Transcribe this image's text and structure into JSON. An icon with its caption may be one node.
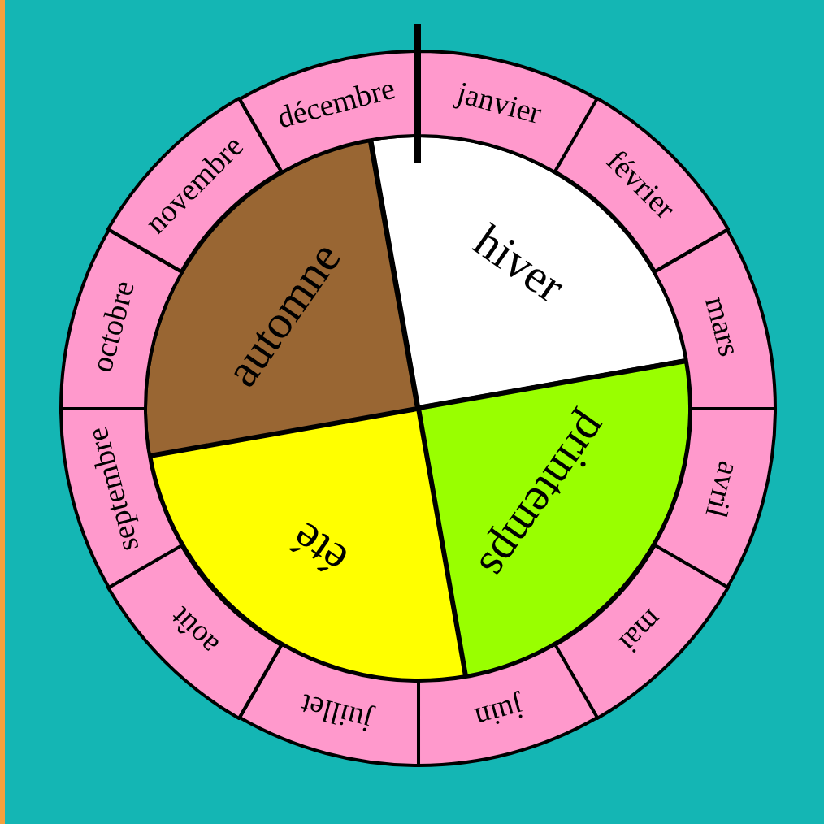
{
  "diagram": {
    "nodes": [
      {
        "text": [
          "hiver"
        ]
      },
      {
        "text": [
          "printemps"
        ]
      },
      {
        "text": [
          "été"
        ]
      },
      {
        "text": [
          "automne"
        ]
      },
      {
        "text": [
          "janvier"
        ]
      },
      {
        "text": [
          "février"
        ]
      },
      {
        "text": [
          "mars"
        ]
      },
      {
        "text": [
          "avril"
        ]
      },
      {
        "text": [
          "mai"
        ]
      },
      {
        "text": [
          "juin"
        ]
      },
      {
        "text": [
          "juillet"
        ]
      },
      {
        "text": [
          "août"
        ]
      },
      {
        "text": [
          "septembre"
        ]
      },
      {
        "text": [
          "octobre"
        ]
      },
      {
        "text": [
          "novembre"
        ]
      },
      {
        "text": [
          "décembre"
        ]
      }
    ]
  }
}
